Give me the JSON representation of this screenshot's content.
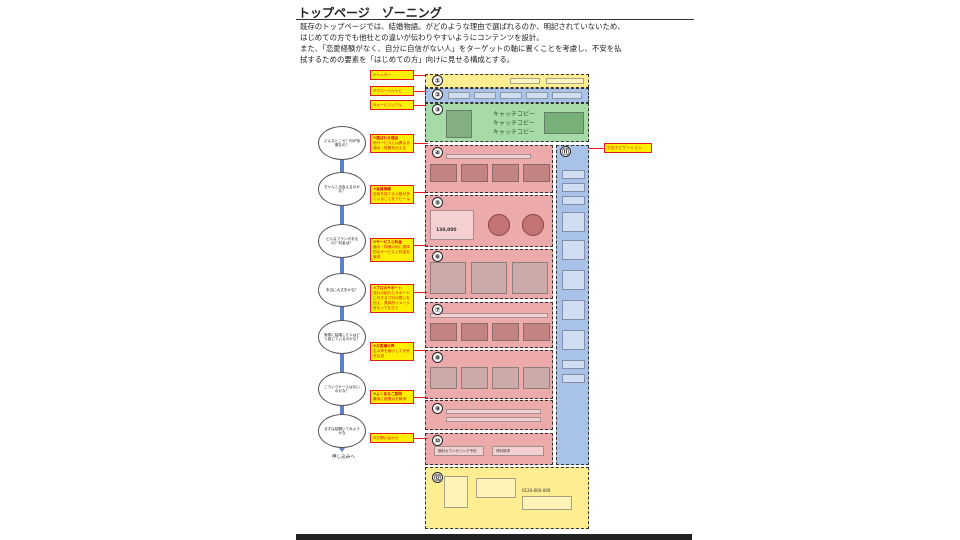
{
  "title": "トップページ　ゾーニング",
  "intro": {
    "line1": "既存のトップページでは、結婚物語。がどのような理由で選ばれるのか、明記されていないため、",
    "line2": "はじめての方でも他社との違いが伝わりやすいようにコンテンツを設計。",
    "line3": "また、「恋愛経験がなく、自分に自信がない人」をターゲットの軸に置くことを考慮し、不安を払",
    "line4": "拭するための要素を「はじめての方」向けに見せる構成とする。"
  },
  "journey": {
    "clouds": [
      "どんなところ？何が特徴なの？",
      "ちゃんと出会えるのかな？",
      "どんなプランがあるの？料金は？",
      "本当に大丈夫かな？",
      "実際に結婚した人はどう感じているのかな？",
      "こういうケースはないのかな？",
      "まずは話聞いてみようかな"
    ],
    "end": "申し込みへ"
  },
  "labels": {
    "header": "①ヘッダー",
    "global_nav": "②グローバルナビ",
    "key_visual": "③キービジュアル",
    "reasons_title": "④選ばれる理由",
    "reasons_body": "他サービスとは異なる強み・特徴を伝える",
    "members_title": "⑤会員情報",
    "members_body": "自信を持てる人数が多くいることをアピール",
    "service_title": "⑥サービスと料金",
    "service_body": "強み・特徴の他に具体的なサービスと料金を訴求",
    "support_title": "⑦プロのサポート",
    "support_body": "流れの紹介とサポートに対するプロの想いを伝え、具体的イメージをもってもらう",
    "voice_title": "⑧お客様の声",
    "voice_body": "生の声を届けして不安を払拭",
    "faq_title": "⑨よくあるご質問",
    "faq_body": "最後に疑問点を解消",
    "contact": "⑩お問い合わせ",
    "right_nav": "⑪右ナビゲーション"
  },
  "zone_numbers": [
    "①",
    "②",
    "③",
    "④",
    "⑤",
    "⑥",
    "⑦",
    "⑧",
    "⑨",
    "⑩",
    "⑪",
    "⑫"
  ],
  "wireframe": {
    "key_copy": [
      "キャッチコピー",
      "キャッチコピー",
      "キャッチコピー"
    ],
    "members_count": "130,000",
    "contact_buttons": [
      "無料カウンセリング予約",
      "資料請求"
    ],
    "footer_phone": "0120-000-000"
  },
  "colors": {
    "header_zone": "#ffe76e",
    "nav_zone": "#84aade",
    "visual_zone": "#96d496",
    "content_zone": "#e27676",
    "label_fill": "#ffef00",
    "label_border": "#e21b1b",
    "journey_line": "#5b82c8"
  }
}
